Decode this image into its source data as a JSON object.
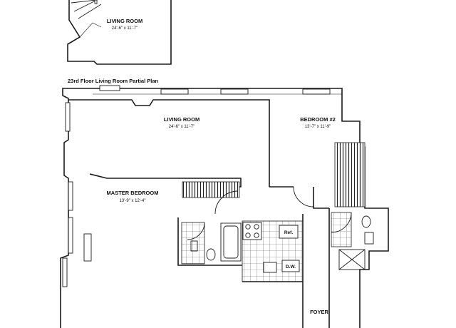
{
  "partial_plan": {
    "caption": "23rd Floor Living Room Partial Plan",
    "living_room_name": "LIVING ROOM",
    "living_room_dims": "24'-6\" x 11'-7\""
  },
  "rooms": {
    "living_room": {
      "name": "LIVING ROOM",
      "dims": "24'-6\" x 11'-7\""
    },
    "bedroom_2": {
      "name": "BEDROOM #2",
      "dims": "13'-7\" x 11'-9\""
    },
    "master_bedroom": {
      "name": "MASTER BEDROOM",
      "dims": "13'-9\" x 12'-4\""
    },
    "foyer": {
      "name": "FOYER"
    }
  },
  "appliances": {
    "refrigerator": "Ref.",
    "dishwasher": "D.W."
  },
  "colors": {
    "line": "#1a1a1a",
    "background": "#ffffff"
  }
}
